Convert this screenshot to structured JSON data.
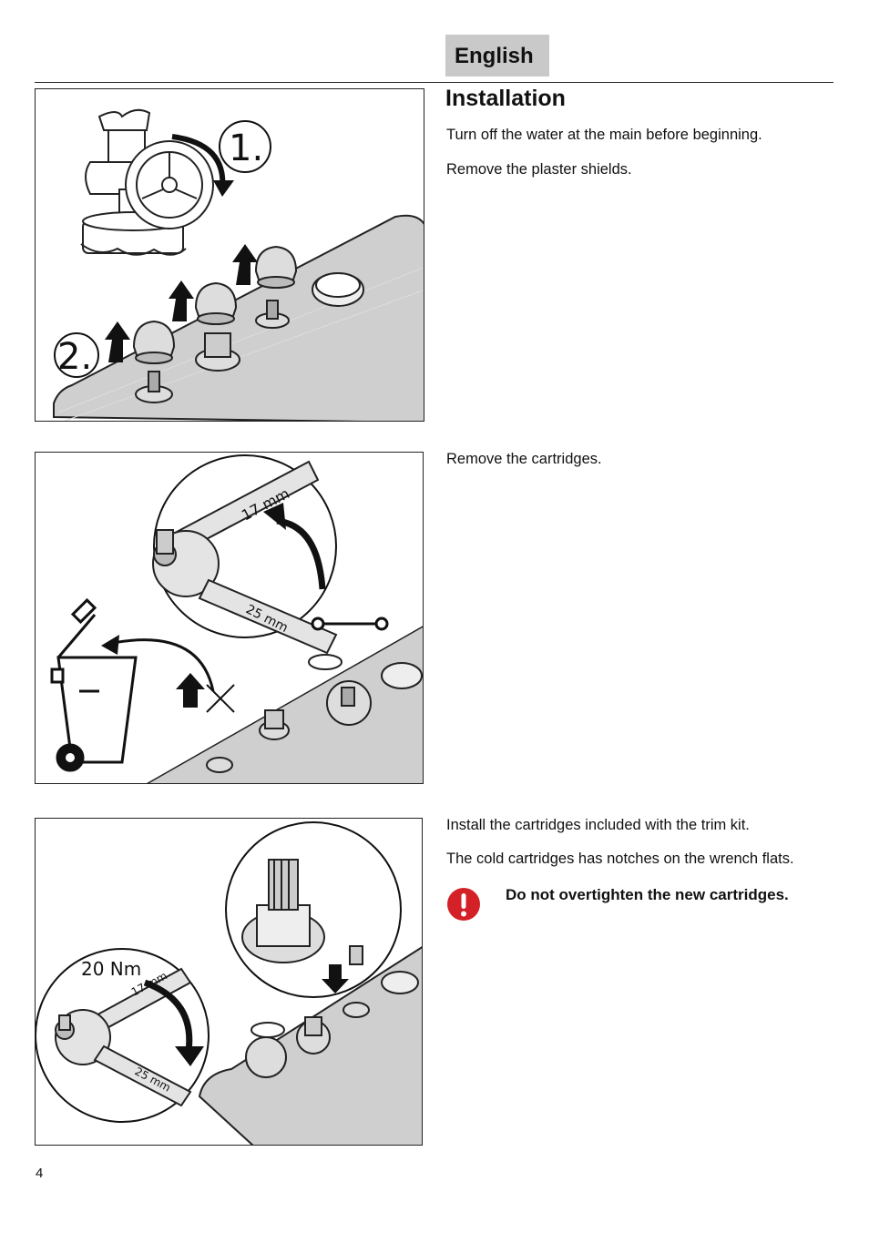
{
  "header": {
    "language": "English"
  },
  "section": {
    "title": "Installation"
  },
  "steps": {
    "step1_line1": "Turn off the water at the main before beginning.",
    "step1_line2": "Remove the plaster shields.",
    "step2_line1": "Remove the cartridges.",
    "step3_line1": "Install the cartridges included with the trim kit.",
    "step3_line2": "The cold cartridges has notches on the wrench flats."
  },
  "warning": {
    "icon": "exclamation-icon",
    "text": "Do not overtighten the new cartridges.",
    "color": "#d42027"
  },
  "figure1": {
    "label_1": "1.",
    "label_2": "2."
  },
  "figure2": {
    "wrench_17": "17 mm",
    "wrench_25": "25 mm"
  },
  "figure3": {
    "torque": "20 Nm",
    "wrench_17": "17 mm",
    "wrench_25": "25 mm"
  },
  "footer": {
    "page_number": "4"
  }
}
